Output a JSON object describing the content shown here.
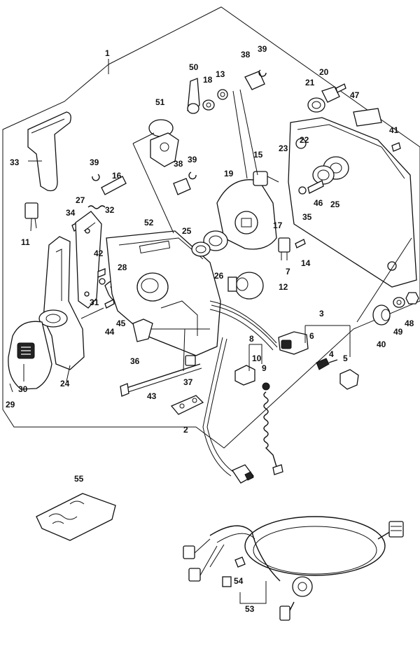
{
  "callouts": {
    "c1": "1",
    "c2": "2",
    "c3": "3",
    "c4": "4",
    "c5": "5",
    "c6": "6",
    "c7": "7",
    "c8": "8",
    "c9": "9",
    "c10": "10",
    "c11": "11",
    "c12": "12",
    "c13": "13",
    "c14": "14",
    "c15": "15",
    "c16": "16",
    "c17": "17",
    "c18": "18",
    "c19": "19",
    "c20": "20",
    "c21": "21",
    "c22": "22",
    "c23": "23",
    "c24": "24",
    "c25a": "25",
    "c25b": "25",
    "c26": "26",
    "c27": "27",
    "c28": "28",
    "c29": "29",
    "c30": "30",
    "c31": "31",
    "c32": "32",
    "c33": "33",
    "c34": "34",
    "c35": "35",
    "c36": "36",
    "c37": "37",
    "c38a": "38",
    "c38b": "38",
    "c39a": "39",
    "c39b": "39",
    "c39c": "39",
    "c40": "40",
    "c41": "41",
    "c42": "42",
    "c43": "43",
    "c44": "44",
    "c45": "45",
    "c46": "46",
    "c47": "47",
    "c48": "48",
    "c49": "49",
    "c50": "50",
    "c51": "51",
    "c52": "52",
    "c53": "53",
    "c54": "54",
    "c55": "55"
  }
}
